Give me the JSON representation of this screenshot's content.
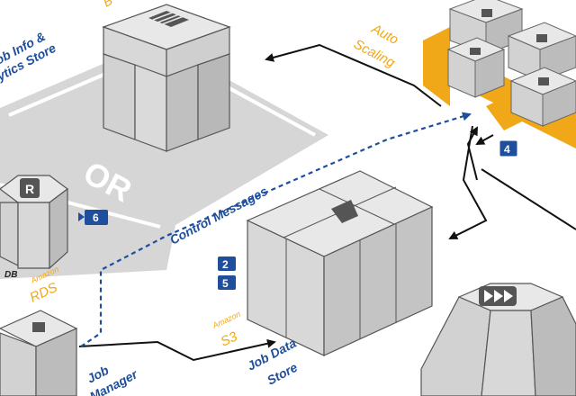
{
  "labels": {
    "job_info_line1": "ob Info &",
    "job_info_line2": "ytics Store",
    "top_clip": "B",
    "auto_scaling_line1": "Auto",
    "auto_scaling_line2": "Scaling",
    "or": "OR",
    "control_messages": "Control Messages",
    "db": "DB",
    "amazon_rds_small": "Amazon",
    "amazon_rds": "RDS",
    "amazon_s3_small": "Amazon",
    "amazon_s3": "S3",
    "job_data_line1": "Job Data",
    "job_data_line2": "Store",
    "job_manager_line1": "Job",
    "job_manager_line2": "Manager"
  },
  "badges": {
    "b2": "2",
    "b4": "4",
    "b5": "5",
    "b6": "6"
  },
  "icons": {
    "rds_letter": "R"
  },
  "colors": {
    "brand_blue": "#1f4f9c",
    "accent_orange": "#f0a818",
    "box_light": "#e8e8e8",
    "box_mid": "#d2d2d2",
    "box_dark": "#bcbcbc",
    "platform": "#d6d6d6"
  }
}
